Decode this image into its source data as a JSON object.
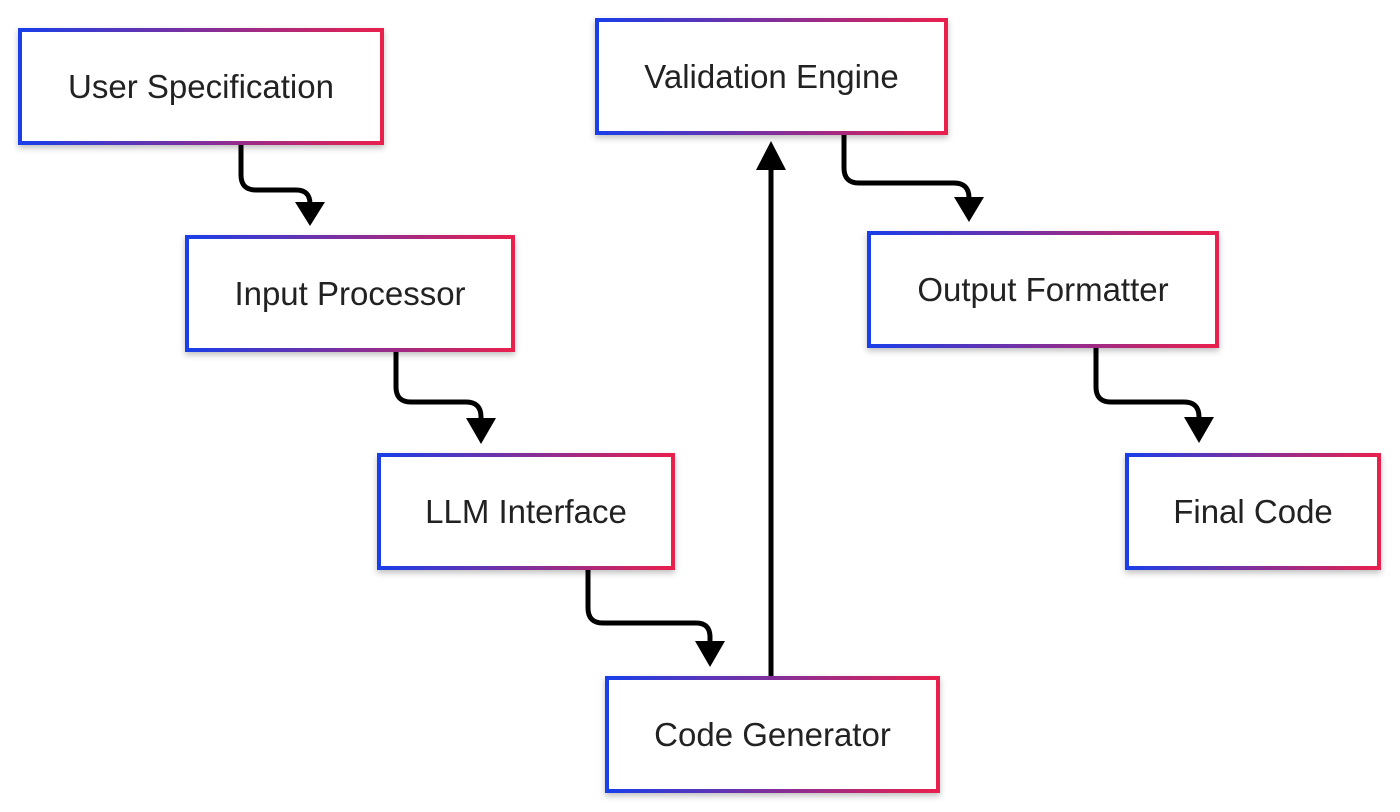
{
  "diagram": {
    "nodes": {
      "user_specification": "User Specification",
      "input_processor": "Input Processor",
      "llm_interface": "LLM Interface",
      "code_generator": "Code Generator",
      "validation_engine": "Validation Engine",
      "output_formatter": "Output Formatter",
      "final_code": "Final Code"
    },
    "edges": [
      {
        "from": "user_specification",
        "to": "input_processor"
      },
      {
        "from": "input_processor",
        "to": "llm_interface"
      },
      {
        "from": "llm_interface",
        "to": "code_generator"
      },
      {
        "from": "code_generator",
        "to": "validation_engine"
      },
      {
        "from": "validation_engine",
        "to": "output_formatter"
      },
      {
        "from": "output_formatter",
        "to": "final_code"
      }
    ],
    "colors": {
      "border_start": "#1a3ee8",
      "border_end": "#e8204e",
      "arrow": "#000000",
      "text": "#222222"
    }
  }
}
